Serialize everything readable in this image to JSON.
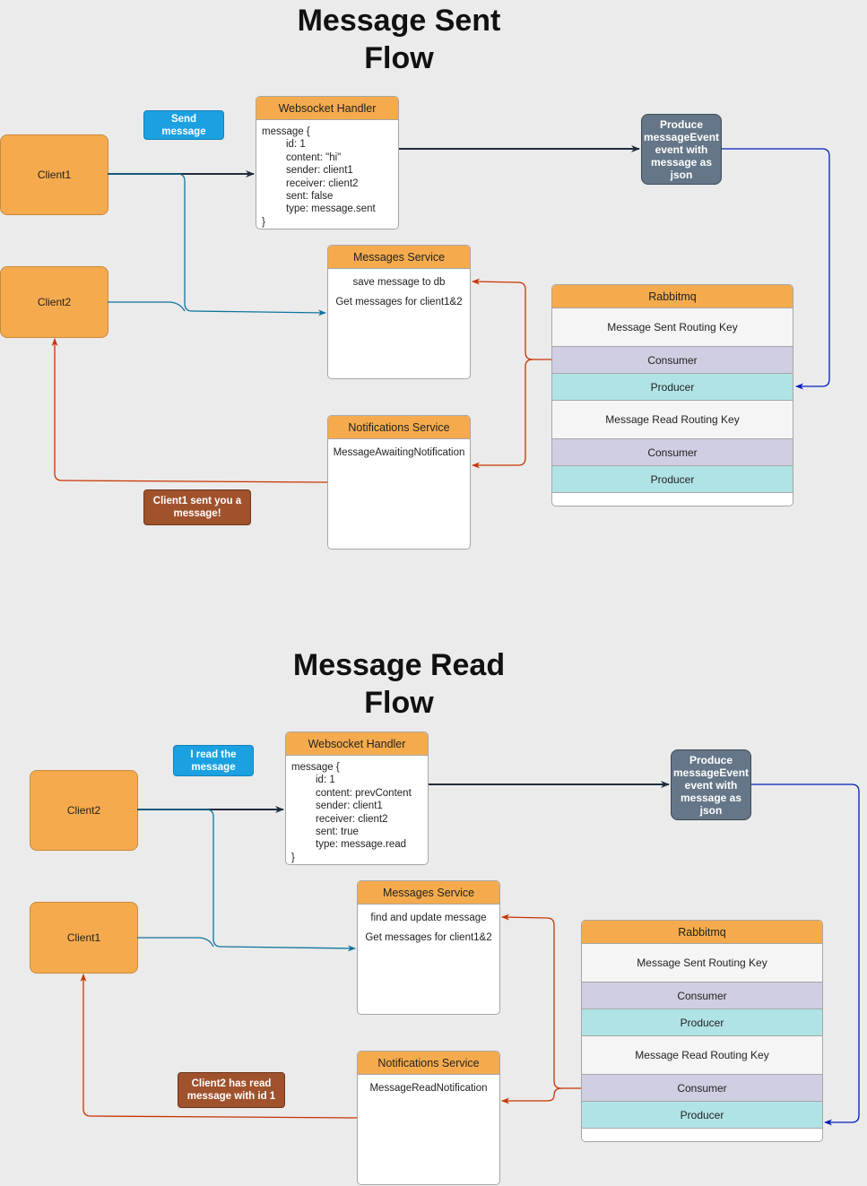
{
  "sent_flow": {
    "title_line1": "Message Sent",
    "title_line2": "Flow",
    "client_a": "Client1",
    "client_b": "Client2",
    "send_tag": "Send message",
    "websocket": {
      "title": "Websocket Handler",
      "open": "message {",
      "lines": [
        "id: 1",
        "content: \"hi\"",
        "sender: client1",
        "receiver: client2",
        "sent: false",
        "type: message.sent"
      ],
      "close": "}"
    },
    "produce": "Produce messageEvent event with message as json",
    "messages_service": {
      "title": "Messages Service",
      "line1": "save message to db",
      "line2": "Get messages for client1&2"
    },
    "notifications_service": {
      "title": "Notifications Service",
      "line1": "MessageAwaitingNotification"
    },
    "notify_tag": "Client1 sent you a message!",
    "rabbitmq": {
      "title": "Rabbitmq",
      "rows": [
        "Message Sent Routing Key",
        "Consumer",
        "Producer",
        "Message Read Routing Key",
        "Consumer",
        "Producer"
      ]
    }
  },
  "read_flow": {
    "title_line1": "Message Read",
    "title_line2": "Flow",
    "client_a": "Client2",
    "client_b": "Client1",
    "send_tag": "I read the message",
    "websocket": {
      "title": "Websocket Handler",
      "open": "message {",
      "lines": [
        "id: 1",
        "content: prevContent",
        "sender: client1",
        "receiver: client2",
        "sent: true",
        "type: message.read"
      ],
      "close": "}"
    },
    "produce": "Produce messageEvent event with message as json",
    "messages_service": {
      "title": "Messages Service",
      "line1": "find and update message",
      "line2": "Get messages for client1&2"
    },
    "notifications_service": {
      "title": "Notifications Service",
      "line1": "MessageReadNotification"
    },
    "notify_tag": "Client2 has read message with id 1",
    "rabbitmq": {
      "title": "Rabbitmq",
      "rows": [
        "Message Sent Routing Key",
        "Consumer",
        "Producer",
        "Message Read Routing Key",
        "Consumer",
        "Producer"
      ]
    }
  },
  "colors": {
    "orange": "#f5ab4d",
    "blue_tag": "#1ba1e2",
    "brown_tag": "#a0522d",
    "slate": "#647687",
    "consumer": "#d0cee2",
    "producer": "#b0e3e6",
    "arrow_dark": "#1f2d3d",
    "arrow_blue": "#10739e",
    "arrow_navy": "#001dbc",
    "arrow_red": "#c73500"
  }
}
